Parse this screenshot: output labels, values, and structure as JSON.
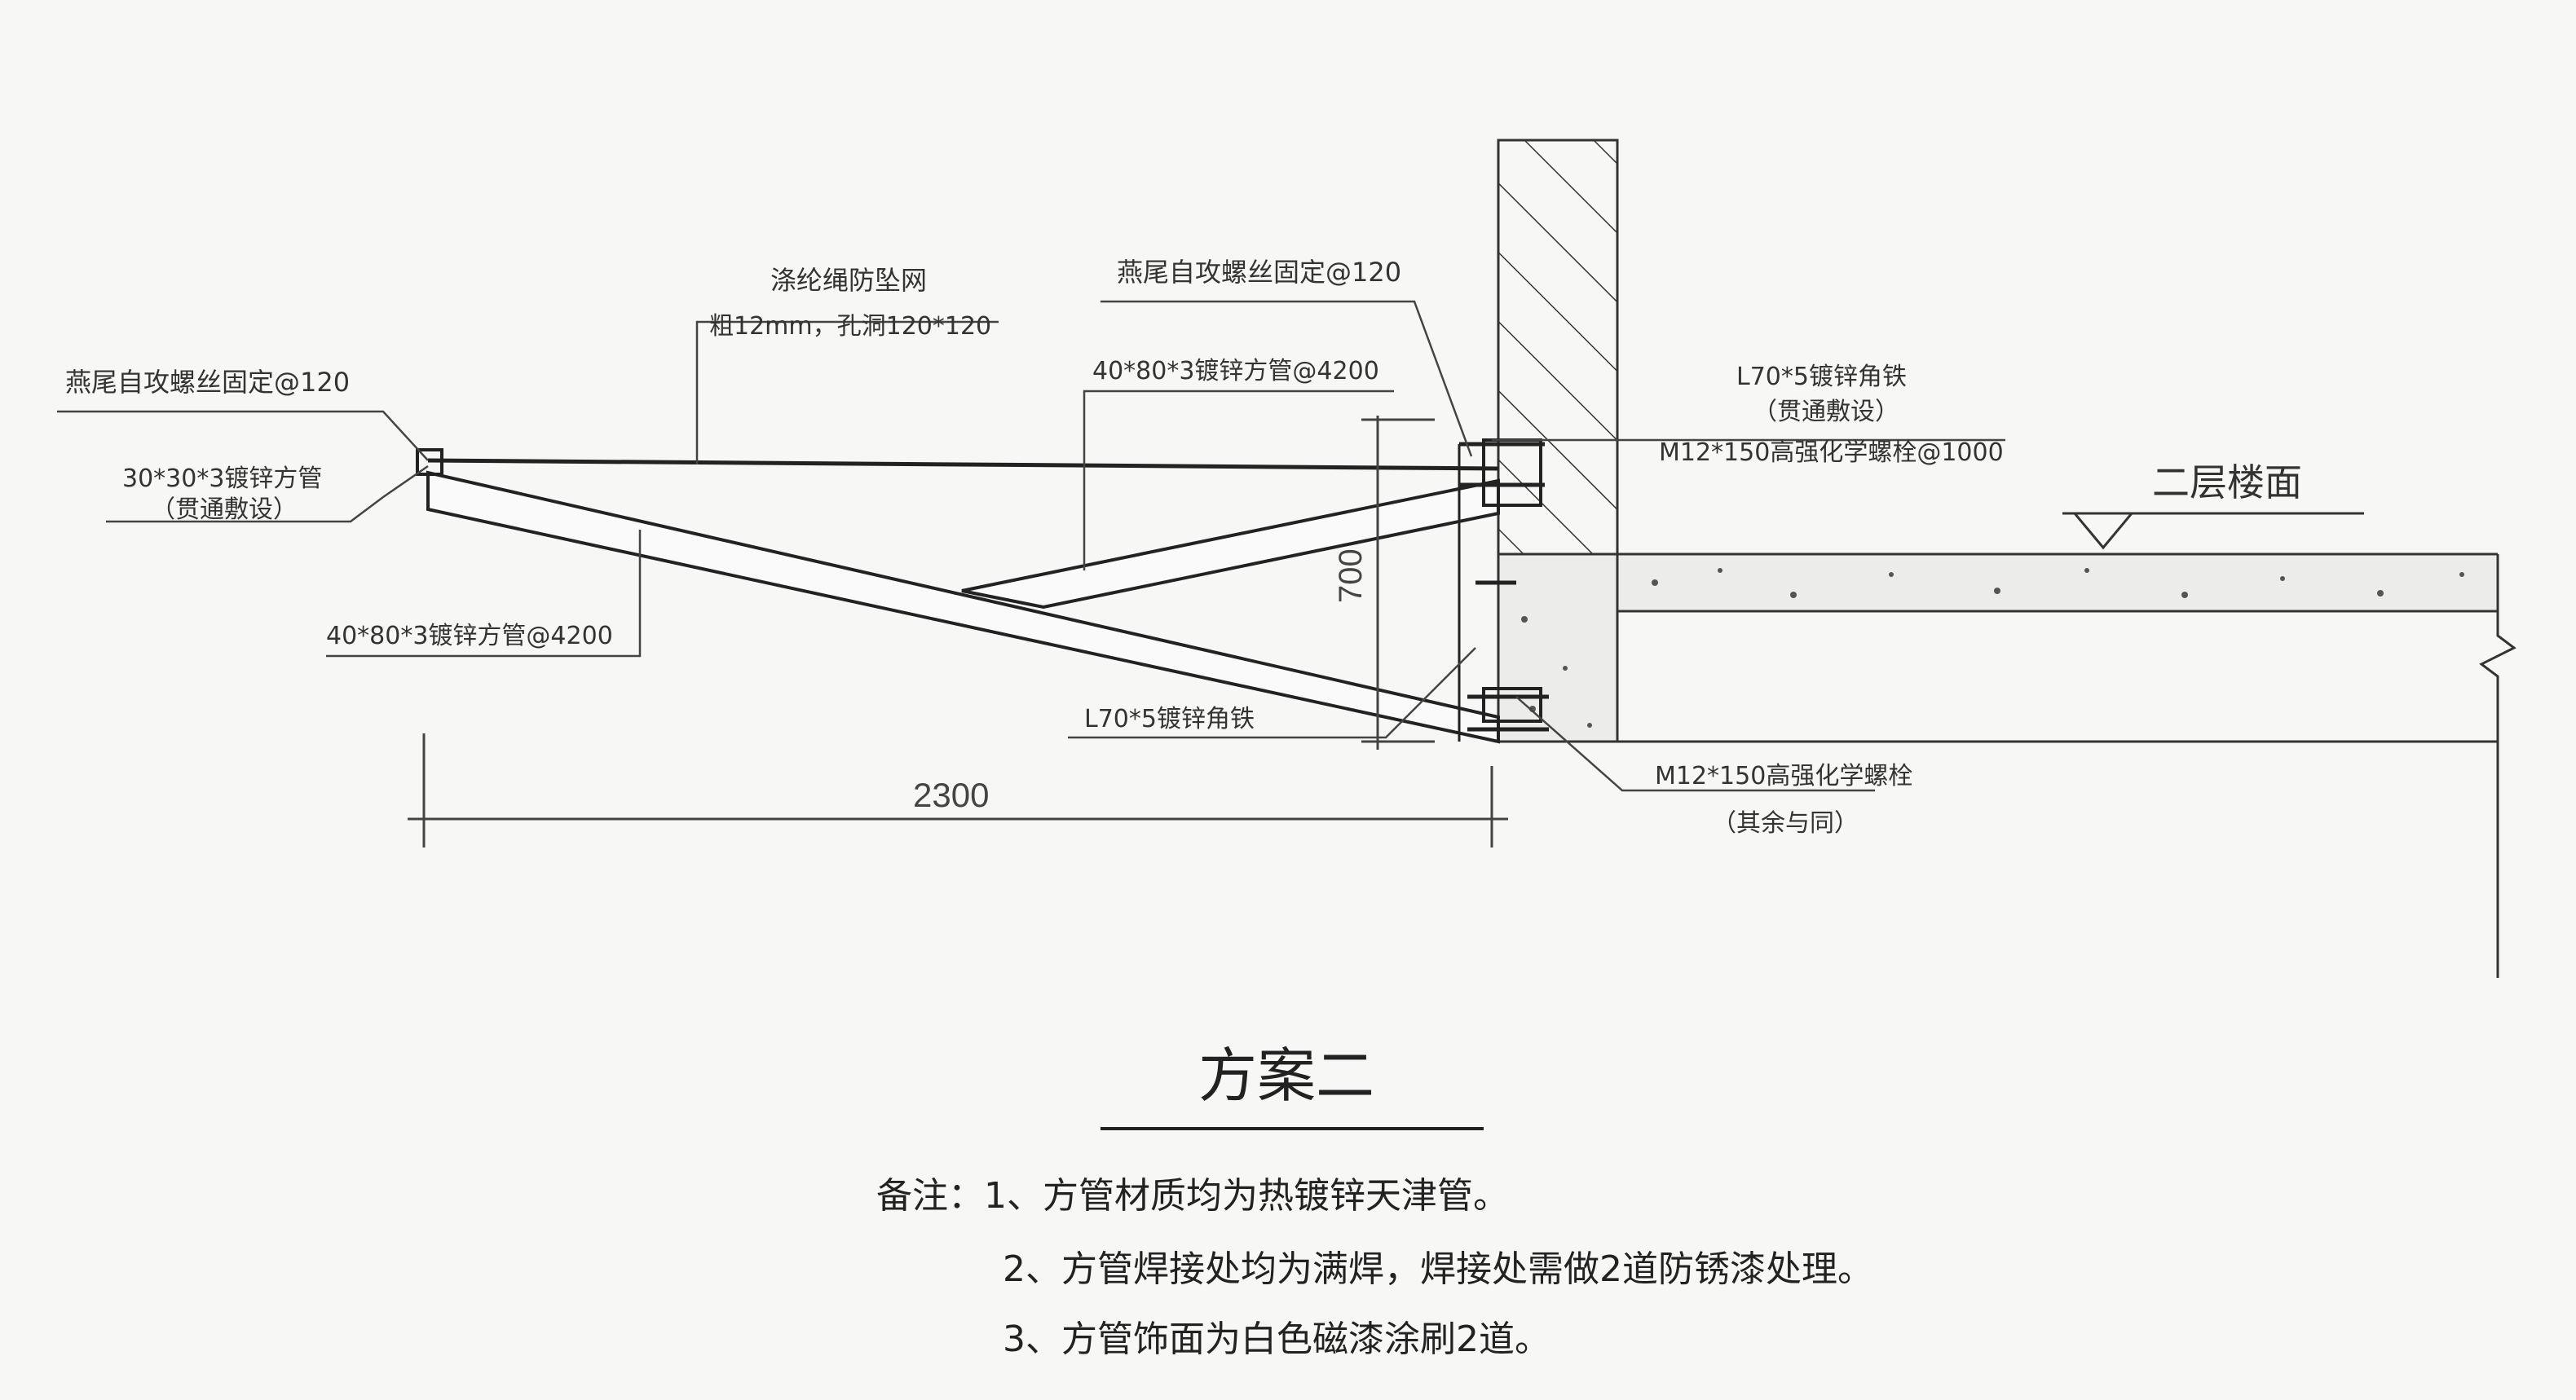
{
  "title": "方案二",
  "labels": {
    "net": "涤纶绳防坠网",
    "net_spec": "粗12mm，孔洞120*120",
    "screw_left": "燕尾自攻螺丝固定@120",
    "screw_top": "燕尾自攻螺丝固定@120",
    "tube_small": "30*30*3镀锌方管",
    "tube_small_note": "（贯通敷设）",
    "tube_upper": "40*80*3镀锌方管@4200",
    "tube_lower": "40*80*3镀锌方管@4200",
    "angle_upper": "L70*5镀锌角铁",
    "angle_upper_note": "（贯通敷设）",
    "bolt_upper": "M12*150高强化学螺栓@1000",
    "angle_lower": "L70*5镀锌角铁",
    "bolt_lower": "M12*150高强化学螺栓",
    "bolt_lower_note": "（其余与同）",
    "floor": "二层楼面"
  },
  "dimensions": {
    "horizontal": "2300",
    "vertical": "700"
  },
  "notes": [
    "备注：1、方管材质均为热镀锌天津管。",
    "2、方管焊接处均为满焊，焊接处需做2道防锈漆处理。",
    "3、方管饰面为白色磁漆涂刷2道。"
  ]
}
